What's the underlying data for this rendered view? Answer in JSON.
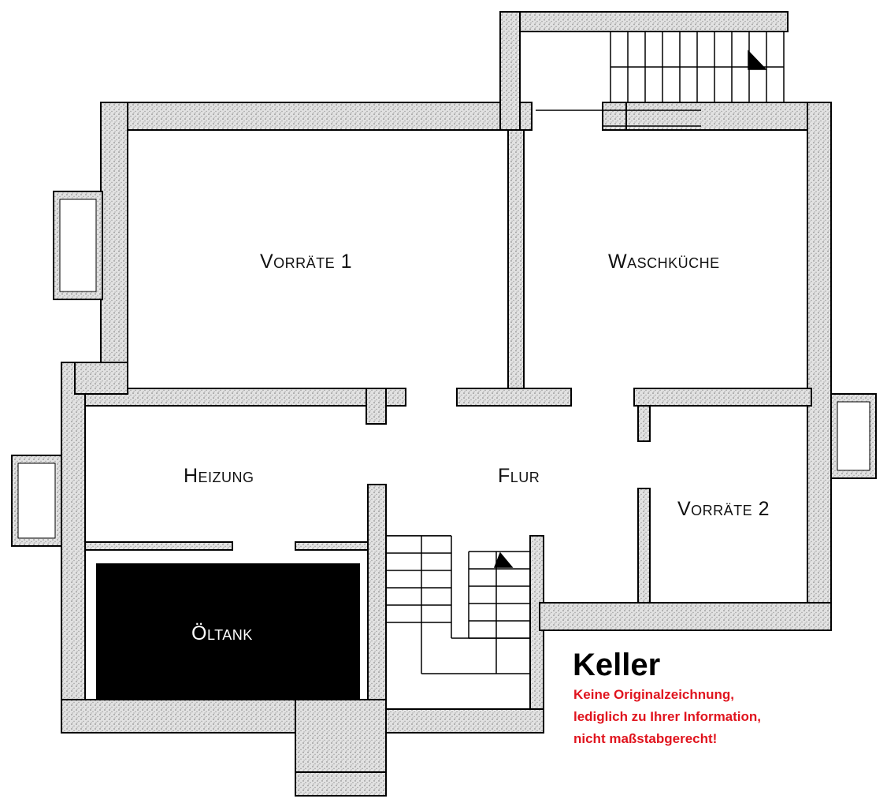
{
  "plan": {
    "rooms": {
      "vorraete1": "Vorräte 1",
      "waschkueche": "Waschküche",
      "heizung": "Heizung",
      "flur": "Flur",
      "vorraete2": "Vorräte 2",
      "oeltank": "Öltank"
    },
    "title": "Keller",
    "notes": [
      "Keine Originalzeichnung,",
      "lediglich zu Ihrer Information,",
      "nicht maßstabgerecht!"
    ],
    "colors": {
      "wall_fill": "#d9d9d9",
      "outline": "#000000",
      "note": "#e0141e",
      "tank": "#000000"
    }
  }
}
